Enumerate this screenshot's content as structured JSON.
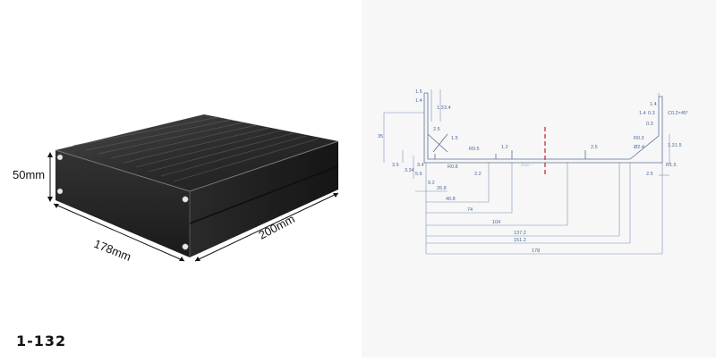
{
  "photo": {
    "model_code": "1-132",
    "dim_height": "50mm",
    "dim_width": "178mm",
    "dim_length": "200mm"
  },
  "drawing": {
    "top_dims": [
      "1.5",
      "1.4",
      "1.3",
      "3.4",
      "2.5",
      "1.5"
    ],
    "left_dims": [
      "35",
      "3.5",
      "3.34",
      "5.6",
      "3.4",
      "9.2"
    ],
    "inner_dims": [
      "R0.5",
      "1.2",
      "R0.8",
      "2.2",
      "2.5",
      "26.8"
    ],
    "right_dims": [
      "1.4",
      "1.4",
      "0.3",
      "0.3",
      "C0.2×45°",
      "R0.3",
      "Ø2.4",
      "1.3",
      "1.5",
      "R1.5",
      "2.5"
    ],
    "bottom_dims": [
      "40.8",
      "74",
      "104",
      "137.2",
      "151.2",
      "178"
    ],
    "faint_text": "2020····"
  },
  "colors": {
    "enclosure_body": "#2a2a2a",
    "drawing_lines": "#5a6e98",
    "dimension_text": "#4a6a9a",
    "center_mark": "#d23a4a"
  }
}
